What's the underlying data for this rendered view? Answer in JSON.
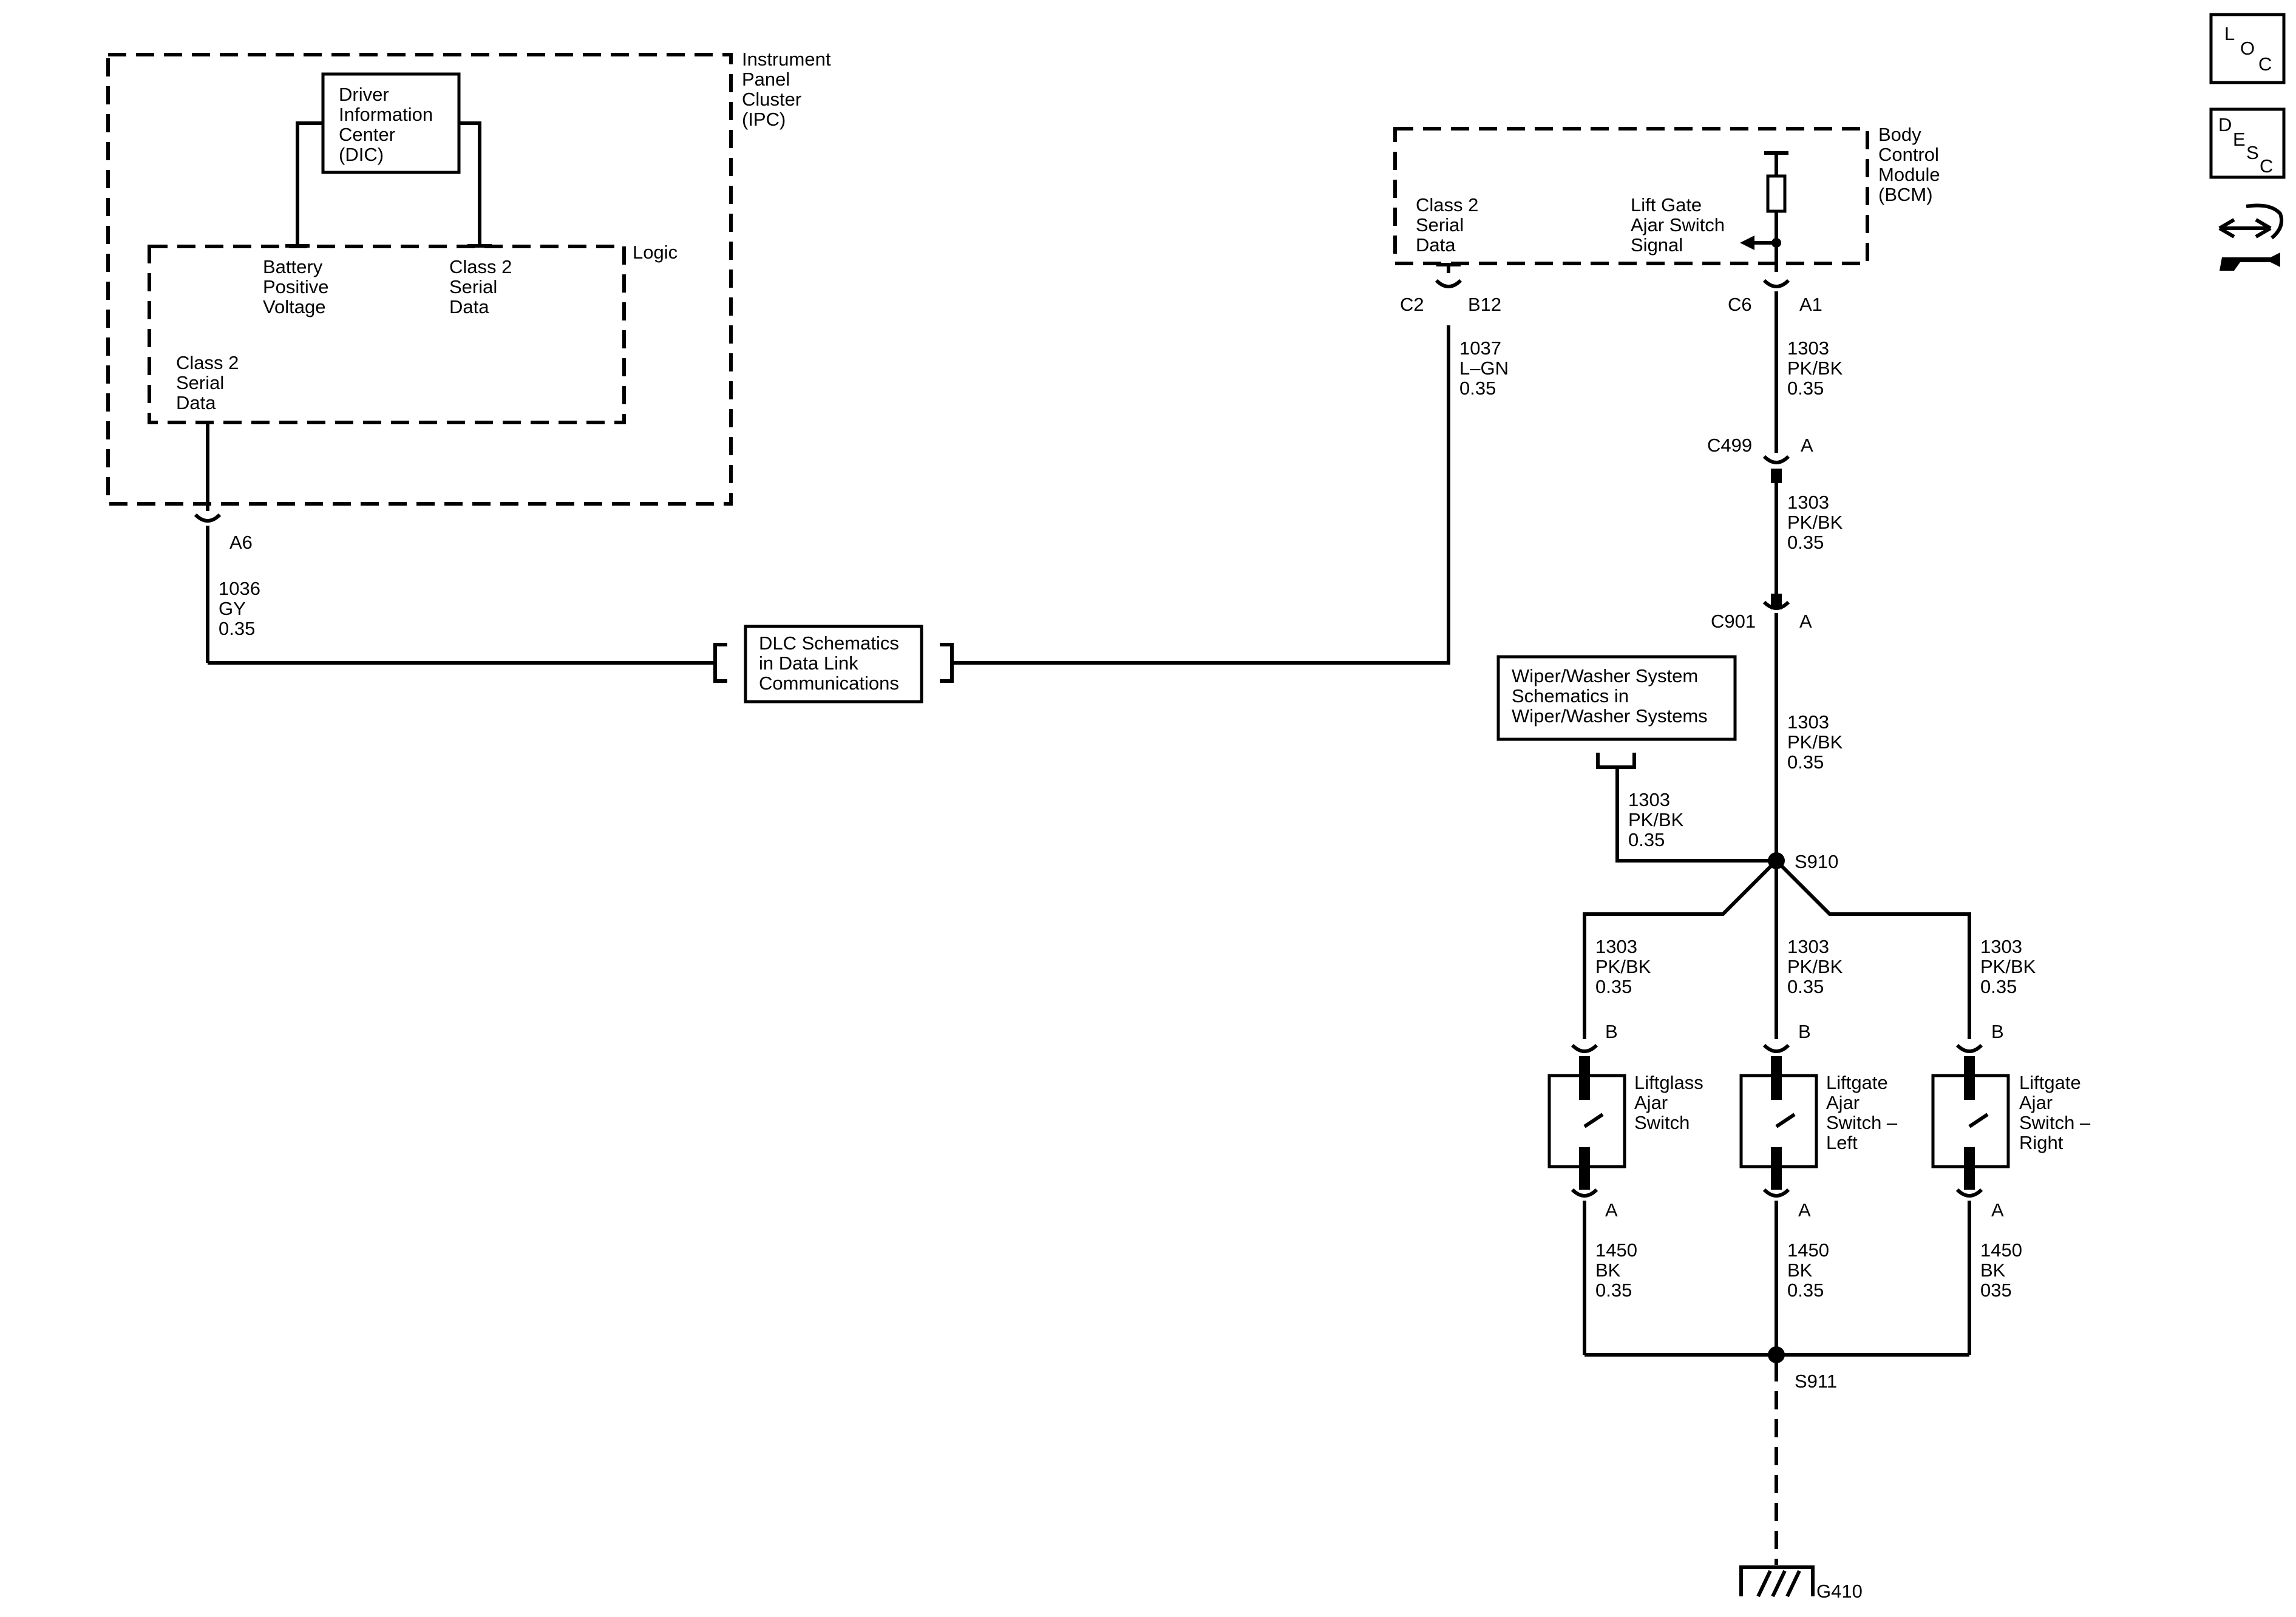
{
  "ipc": {
    "name": [
      "Instrument",
      "Panel",
      "Cluster",
      "(IPC)"
    ],
    "dic": [
      "Driver",
      "Information",
      "Center",
      "(DIC)"
    ],
    "logic": "Logic",
    "battery": [
      "Battery",
      "Positive",
      "Voltage"
    ],
    "class2_dic": [
      "Class 2",
      "Serial",
      "Data"
    ],
    "class2_logic": [
      "Class 2",
      "Serial",
      "Data"
    ],
    "pin": "A6",
    "wire": [
      "1036",
      "GY",
      "0.35"
    ]
  },
  "dlc": [
    "DLC Schematics",
    "in Data Link",
    "Communications"
  ],
  "bcm": {
    "name": [
      "Body",
      "Control",
      "Module",
      "(BCM)"
    ],
    "class2": [
      "Class 2",
      "Serial",
      "Data"
    ],
    "liftgate_signal": [
      "Lift Gate",
      "Ajar Switch",
      "Signal"
    ],
    "conn_left": "C2",
    "pin_left": "B12",
    "conn_right": "C6",
    "pin_right": "A1"
  },
  "wire_1037": [
    "1037",
    "L–GN",
    "0.35"
  ],
  "wire_1303": [
    "1303",
    "PK/BK",
    "0.35"
  ],
  "c499": {
    "conn": "C499",
    "pin": "A"
  },
  "c901": {
    "conn": "C901",
    "pin": "A"
  },
  "wiper": [
    "Wiper/Washer System",
    "Schematics in",
    "Wiper/Washer Systems"
  ],
  "splice_s910": "S910",
  "splice_s911": "S911",
  "ground": "G410",
  "switches": [
    {
      "name": [
        "Liftglass",
        "Ajar",
        "Switch"
      ],
      "pin_top": "B",
      "pin_bottom": "A",
      "wire": [
        "1450",
        "BK",
        "0.35"
      ]
    },
    {
      "name": [
        "Liftgate",
        "Ajar",
        "Switch –",
        "Left"
      ],
      "pin_top": "B",
      "pin_bottom": "A",
      "wire": [
        "1450",
        "BK",
        "0.35"
      ]
    },
    {
      "name": [
        "Liftgate",
        "Ajar",
        "Switch –",
        "Right"
      ],
      "pin_top": "B",
      "pin_bottom": "A",
      "wire": [
        "1450",
        "BK",
        "035"
      ]
    }
  ],
  "icons": {
    "loc": [
      "L",
      "O",
      "C"
    ],
    "desc": [
      "D",
      "E",
      "S",
      "C"
    ],
    "repair": "repair-tools-icon"
  }
}
